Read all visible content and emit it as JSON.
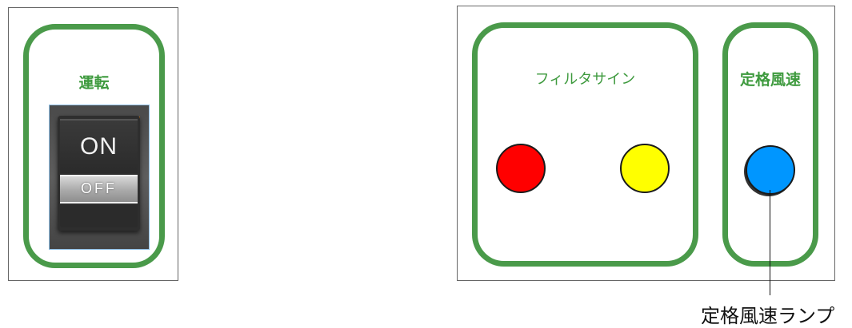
{
  "left_panel": {
    "group_label": "運転",
    "switch": {
      "on_label": "ON",
      "off_label": "OFF"
    }
  },
  "right_panel": {
    "filter_group": {
      "label": "フィルタサイン",
      "lamps": [
        {
          "name": "red-lamp",
          "color": "#ff0000"
        },
        {
          "name": "yellow-lamp",
          "color": "#ffff00"
        }
      ]
    },
    "rated_group": {
      "label": "定格風速",
      "lamp": {
        "name": "blue-lamp",
        "color": "#0096ff"
      }
    }
  },
  "callout": {
    "label": "定格風速ランプ"
  },
  "colors": {
    "group_border": "#4a9a4a",
    "group_text": "#3e9a3e",
    "panel_border": "#666666"
  }
}
